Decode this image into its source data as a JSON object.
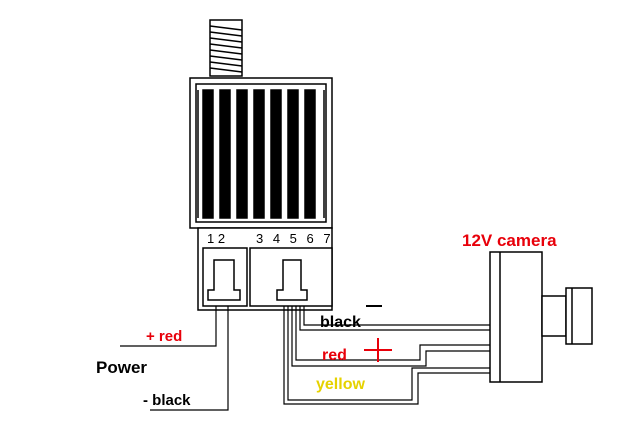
{
  "pin_labels": {
    "group_power": "1 2",
    "group_signal": "3 4 5 6 7"
  },
  "camera": {
    "title": "12V camera"
  },
  "labels": {
    "power": "Power",
    "plus_red": "+ red",
    "minus_black": "- black",
    "cam_black": "black",
    "cam_red": "red",
    "cam_yellow": "yellow"
  },
  "colors": {
    "line": "#000000",
    "red_text": "#e8000a",
    "yellow_text": "#e6d200",
    "wire_red": "#e8000a",
    "wire_yellow": "#e6d200"
  }
}
